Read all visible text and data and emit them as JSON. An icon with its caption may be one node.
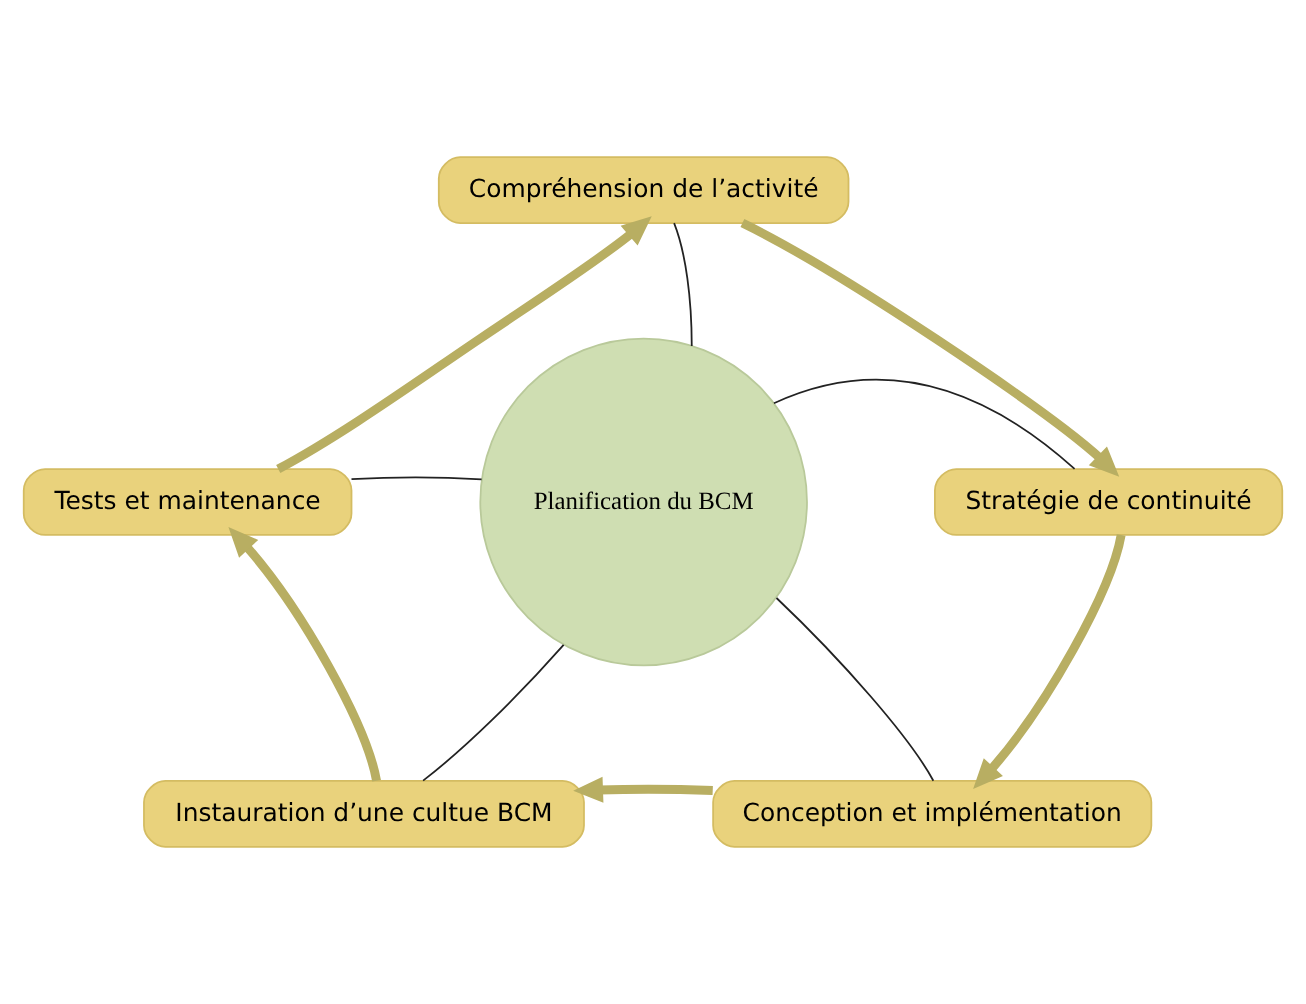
{
  "diagram": {
    "nodes": [
      {
        "text": [
          "Planification du BCM"
        ]
      },
      {
        "text": [
          "Compréhension de l’activité"
        ]
      },
      {
        "text": [
          "Stratégie de continuité"
        ]
      },
      {
        "text": [
          "Conception et implémentation"
        ]
      },
      {
        "text": [
          "Instauration d’une cultue BCM"
        ]
      },
      {
        "text": [
          "Tests et maintenance"
        ]
      }
    ],
    "edges": [
      {
        "from": 0,
        "to": 1,
        "arrow": "none"
      },
      {
        "from": 0,
        "to": 2,
        "arrow": "none"
      },
      {
        "from": 0,
        "to": 3,
        "arrow": "none"
      },
      {
        "from": 0,
        "to": 4,
        "arrow": "none"
      },
      {
        "from": 0,
        "to": 5,
        "arrow": "none"
      },
      {
        "from": 1,
        "to": 2,
        "arrow": "to",
        "style": "thick",
        "color": "#b8ae62"
      },
      {
        "from": 2,
        "to": 3,
        "arrow": "to",
        "style": "thick",
        "color": "#b8ae62"
      },
      {
        "from": 3,
        "to": 4,
        "arrow": "to",
        "style": "thick",
        "color": "#b8ae62"
      },
      {
        "from": 4,
        "to": 5,
        "arrow": "to",
        "style": "thick",
        "color": "#b8ae62"
      },
      {
        "from": 5,
        "to": 1,
        "arrow": "to",
        "style": "thick",
        "color": "#b8ae62"
      }
    ]
  }
}
